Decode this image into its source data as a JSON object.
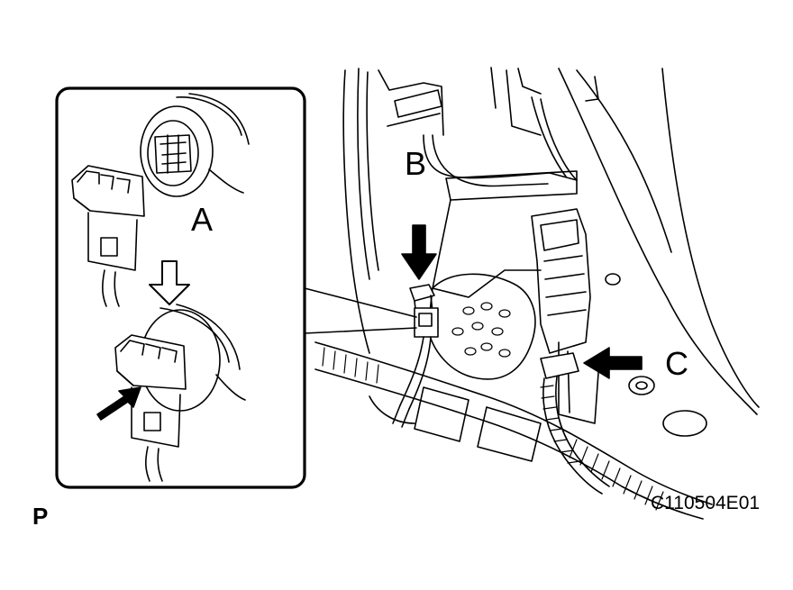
{
  "callouts": {
    "a": "A",
    "b": "B",
    "c": "C"
  },
  "footer": {
    "view_code": "P",
    "figure_id": "C110504E01"
  },
  "colors": {
    "line": "#000000",
    "background": "#ffffff"
  }
}
